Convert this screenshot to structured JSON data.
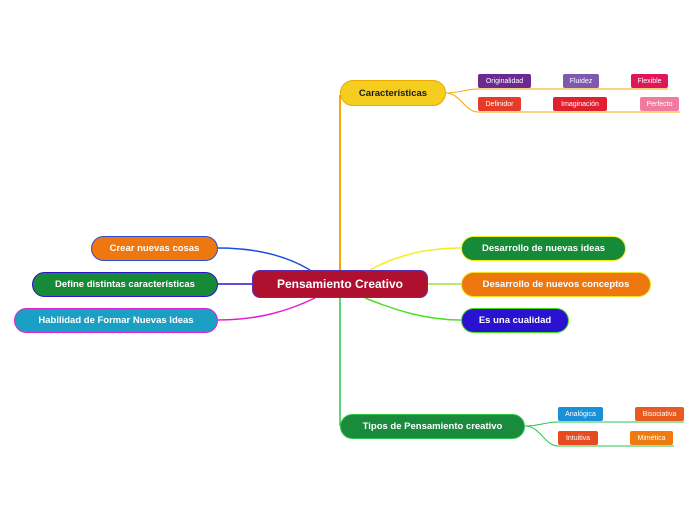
{
  "central": {
    "label": "Pensamiento Creativo",
    "color": "#b01030",
    "border": "#5a2fb5"
  },
  "branches": {
    "caracteristicas": {
      "label": "Características",
      "color": "#f4cd1e",
      "text_color": "#1a1a1a"
    },
    "tipos": {
      "label": "Tipos de Pensamiento creativo",
      "color": "#1a8a3c"
    },
    "crear": {
      "label": "Crear nuevas cosas",
      "color": "#ee7710"
    },
    "define": {
      "label": "Define distintas características",
      "color": "#178a38"
    },
    "habilidad": {
      "label": "Habilidad de Formar Nuevas Ideas",
      "color": "#1aa0c4"
    },
    "desarrollo_ideas": {
      "label": "Desarrollo de nuevas ideas",
      "color": "#178a38"
    },
    "desarrollo_conceptos": {
      "label": "Desarrollo de nuevos conceptos",
      "color": "#ee7710"
    },
    "cualidad": {
      "label": "Es una cualidad",
      "color": "#2a12d0"
    }
  },
  "caracteristicas_items": [
    {
      "label": "Originalidad",
      "color": "#6a2a90"
    },
    {
      "label": "Fluidez",
      "color": "#7d5ab0"
    },
    {
      "label": "Flexible",
      "color": "#e0155a"
    },
    {
      "label": "Definidor",
      "color": "#e83a28"
    },
    {
      "label": "Imaginación",
      "color": "#e02030"
    },
    {
      "label": "Perfecto",
      "color": "#f27aa0"
    }
  ],
  "tipos_items": [
    {
      "label": "Analógica",
      "color": "#1a90d8"
    },
    {
      "label": "Bisociativa",
      "color": "#e85a20"
    },
    {
      "label": "Intuitiva",
      "color": "#e84a20"
    },
    {
      "label": "Mimética",
      "color": "#ee7a10"
    }
  ]
}
